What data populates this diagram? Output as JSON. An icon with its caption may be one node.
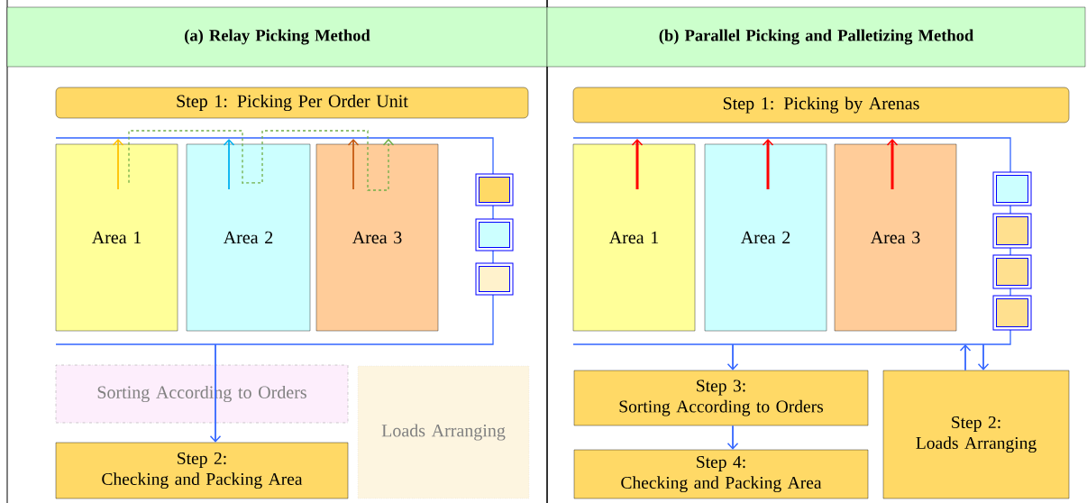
{
  "diagram": {
    "nodes": [
      {
        "text": [
          "(a) Relay Picking Method"
        ]
      },
      {
        "text": [
          "(b) Parallel Picking and Palletizing Method"
        ]
      },
      {
        "text": [
          "Step 1: Picking Per Order Unit"
        ]
      },
      {
        "text": [
          "Area 1"
        ]
      },
      {
        "text": [
          "Area 2"
        ]
      },
      {
        "text": [
          "Area 3"
        ]
      },
      {
        "text": [],
        "shape": "box"
      },
      {
        "text": [],
        "shape": "box"
      },
      {
        "text": [],
        "shape": "box"
      },
      {
        "text": [
          "Sorting According to Orders"
        ]
      },
      {
        "text": [
          "Loads Arranging"
        ]
      },
      {
        "text": [
          "Step 2:",
          "Checking and Packing Area"
        ]
      },
      {
        "text": [
          "Step 1: Picking by Arenas"
        ]
      },
      {
        "text": [
          "Area 1"
        ]
      },
      {
        "text": [
          "Area 2"
        ]
      },
      {
        "text": [
          "Area 3"
        ]
      },
      {
        "text": [],
        "shape": "box"
      },
      {
        "text": [],
        "shape": "box"
      },
      {
        "text": [],
        "shape": "box"
      },
      {
        "text": [],
        "shape": "box"
      },
      {
        "text": [
          "Step 3:",
          "Sorting According to Orders"
        ]
      },
      {
        "text": [
          "Step 4:",
          "Checking and Packing Area"
        ]
      },
      {
        "text": [
          "Step 2:",
          "Loads Arranging"
        ]
      }
    ],
    "edges": [
      {
        "from": 3,
        "to": 4,
        "arrow": "none",
        "style": "dashed",
        "color": "#70ad47"
      },
      {
        "from": 4,
        "to": 5,
        "arrow": "to",
        "style": "dashed",
        "color": "#70ad47"
      },
      {
        "from": null,
        "to": 11,
        "arrow": "to"
      },
      {
        "from": null,
        "to": 20,
        "arrow": "to"
      },
      {
        "from": 20,
        "to": 21,
        "arrow": "to"
      },
      {
        "from": 22,
        "to": null,
        "arrow": "to"
      },
      {
        "from": null,
        "to": 22,
        "arrow": "to"
      }
    ]
  }
}
